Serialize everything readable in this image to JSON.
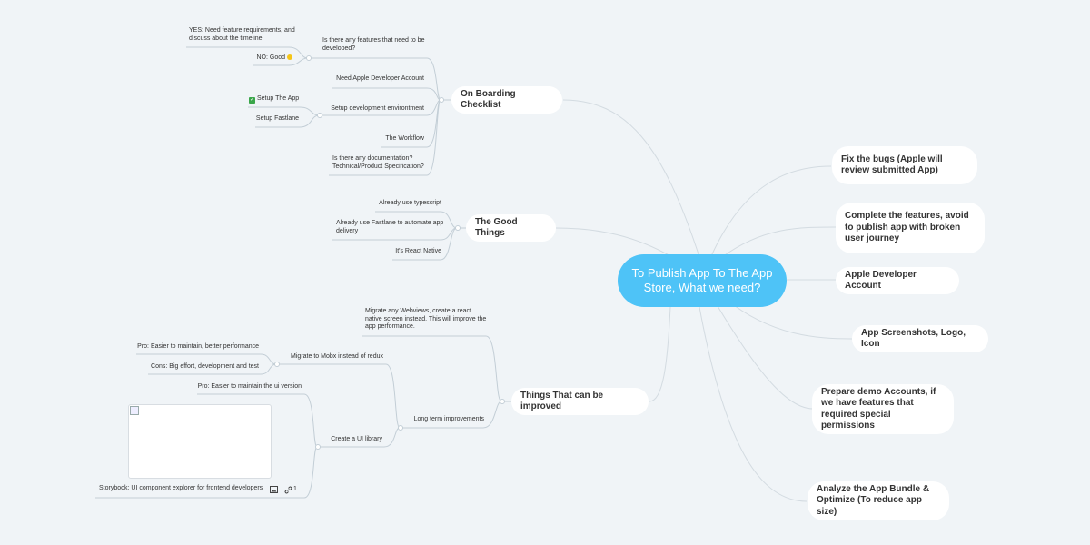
{
  "root": {
    "title": "To Publish App To The App Store, What we need?"
  },
  "right": [
    "Fix the bugs (Apple will review submitted App)",
    "Complete the features, avoid to publish app with broken user journey",
    "Apple Developer Account",
    "App Screenshots, Logo, Icon",
    "Prepare demo Accounts, if we have features that required special permissions",
    "Analyze the App Bundle & Optimize (To reduce app size)"
  ],
  "onboarding": {
    "title": "On Boarding Checklist",
    "features_q": "Is there any features that need to be developed?",
    "yes": "YES: Need feature requirements, and discuss about the timeline",
    "no": "NO: Good",
    "apple_account": "Need Apple Developer Account",
    "setup_env": "Setup development environtment",
    "setup_app": "Setup The App",
    "setup_fastlane": "Setup Fastlane",
    "workflow": "The Workflow",
    "docs": "Is there any documentation? Technical/Product Specification?"
  },
  "good": {
    "title": "The Good Things",
    "ts": "Already use typescript",
    "fastlane": "Already use Fastlane to automate app delivery",
    "rn": "It's React Native"
  },
  "improve": {
    "title": "Things That can be improved",
    "webviews": "Migrate any Webviews, create a react native screen instead. This will improve the app performance.",
    "long_term": "Long term improvements",
    "mobx": "Migrate to Mobx instead of redux",
    "mobx_pro": "Pro: Easier to maintain, better performance",
    "mobx_cons": "Cons: Big effort, development and test",
    "ui_lib": "Create a UI library",
    "ui_pro": "Pro: Easier to maintain the ui version",
    "storybook": "Storybook: UI component explorer for frontend developers",
    "link_count": "1"
  },
  "colors": {
    "root": "#4ec3f7",
    "line": "#c3ced6",
    "background": "#f0f4f7",
    "check": "#3aa64a"
  }
}
